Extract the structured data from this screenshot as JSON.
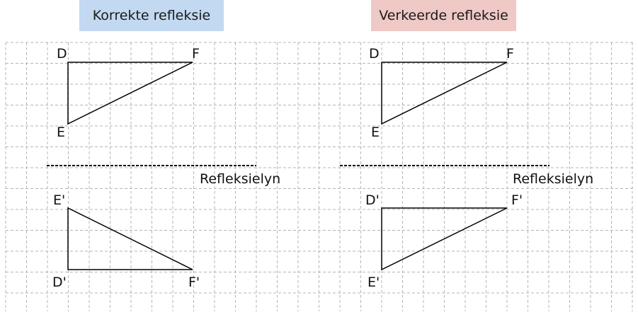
{
  "titles": {
    "correct": "Korrekte refleksie",
    "incorrect": "Verkeerde refleksie"
  },
  "colors": {
    "correct_bg": "#c3d9f1",
    "incorrect_bg": "#efc9c6",
    "grid": "#b5b5b5",
    "lines": "#000000"
  },
  "left_panel": {
    "original": {
      "D": "D",
      "E": "E",
      "F": "F"
    },
    "reflection_line_label": "Refleksielyn",
    "image": {
      "D": "D'",
      "E": "E'",
      "F": "F'"
    }
  },
  "right_panel": {
    "original": {
      "D": "D",
      "E": "E",
      "F": "F"
    },
    "reflection_line_label": "Refleksielyn",
    "image": {
      "D": "D'",
      "E": "E'",
      "F": "F'"
    }
  }
}
